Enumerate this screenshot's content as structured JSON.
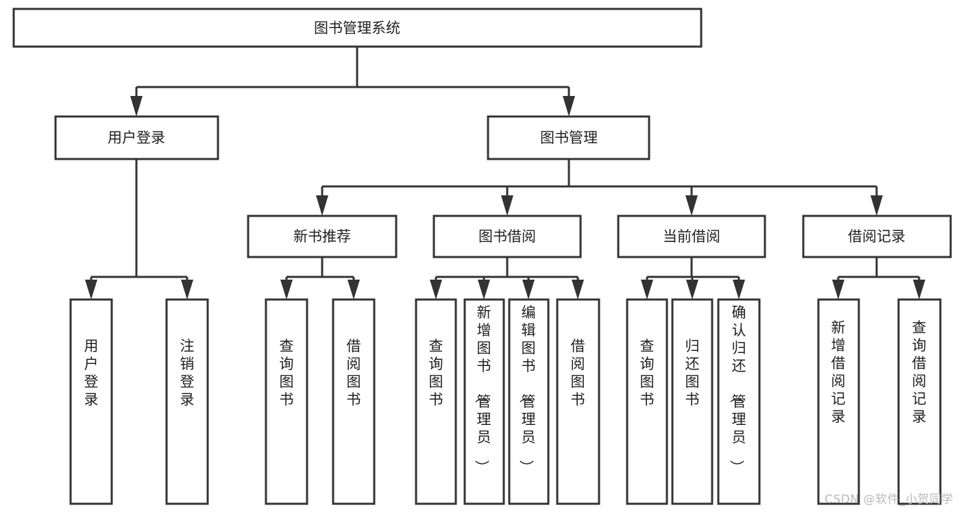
{
  "diagram": {
    "type": "hierarchy-tree",
    "title": "图书管理系统",
    "watermark": "CSDN @软件_小贺同学",
    "colors": {
      "box_stroke": "#333333",
      "box_fill": "#ffffff",
      "text": "#1f1f1f",
      "watermark": "#b9b9b9",
      "background": "#ffffff"
    },
    "root": {
      "label": "图书管理系统"
    },
    "level2": [
      {
        "label": "用户登录"
      },
      {
        "label": "图书管理"
      }
    ],
    "level3": [
      {
        "label": "新书推荐"
      },
      {
        "label": "图书借阅"
      },
      {
        "label": "当前借阅"
      },
      {
        "label": "借阅记录"
      }
    ],
    "leaves": {
      "user_login": [
        {
          "label": "用户登录"
        },
        {
          "label": "注销登录"
        }
      ],
      "new_book_recommend": [
        {
          "label": "查询图书"
        },
        {
          "label": "借阅图书"
        }
      ],
      "book_borrow": [
        {
          "label": "查询图书"
        },
        {
          "label": "新增图书（管理员）"
        },
        {
          "label": "编辑图书（管理员）"
        },
        {
          "label": "借阅图书"
        }
      ],
      "current_borrow": [
        {
          "label": "查询图书"
        },
        {
          "label": "归还图书"
        },
        {
          "label": "确认归还（管理员）"
        }
      ],
      "borrow_record": [
        {
          "label": "新增借阅记录"
        },
        {
          "label": "查询借阅记录"
        }
      ]
    }
  }
}
